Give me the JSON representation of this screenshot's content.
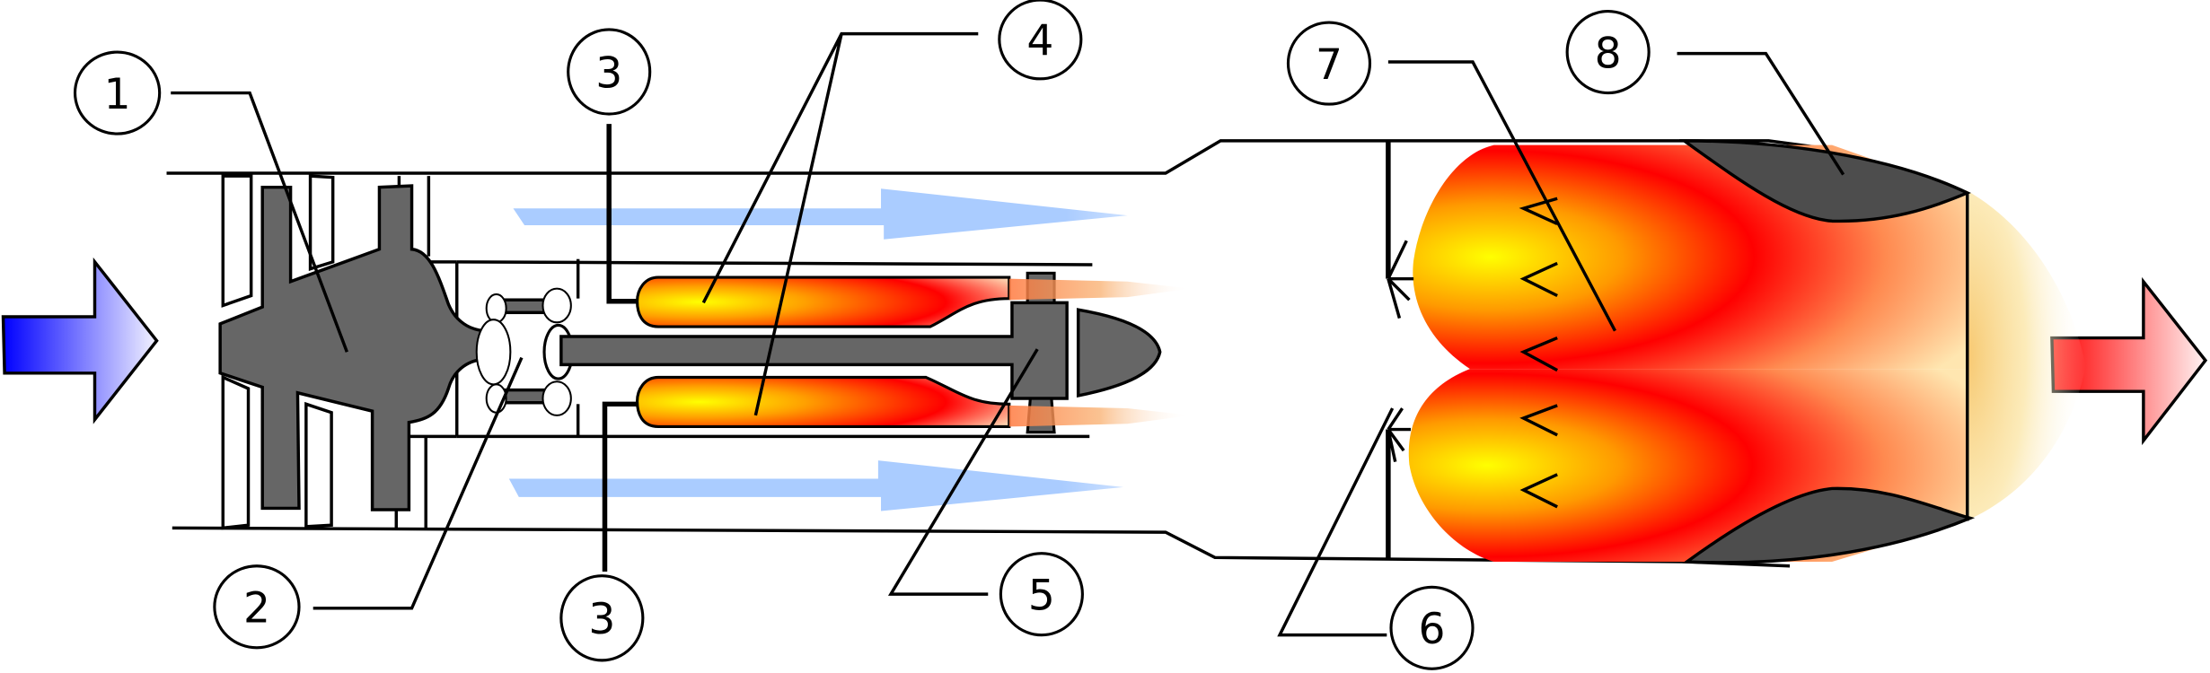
{
  "diagram": {
    "title": "Turbojet engine with afterburner",
    "callouts": [
      {
        "id": "1",
        "label": "1",
        "target": "compressor"
      },
      {
        "id": "2",
        "label": "2",
        "target": "shaft coupling / bearings"
      },
      {
        "id": "3a",
        "label": "3",
        "target": "fuel injector (upper)"
      },
      {
        "id": "3b",
        "label": "3",
        "target": "fuel injector (lower)"
      },
      {
        "id": "4",
        "label": "4",
        "target": "combustion chambers"
      },
      {
        "id": "5",
        "label": "5",
        "target": "turbine"
      },
      {
        "id": "6",
        "label": "6",
        "target": "afterburner fuel injectors"
      },
      {
        "id": "7",
        "label": "7",
        "target": "flame holders / afterburner flame"
      },
      {
        "id": "8",
        "label": "8",
        "target": "variable nozzle"
      }
    ],
    "flows": {
      "intake_arrow": {
        "name": "cold air intake",
        "color_start": "#0000ff",
        "color_end": "#f0f0ff"
      },
      "exhaust_arrow": {
        "name": "hot exhaust",
        "color_start": "#ff0000",
        "color_end": "#fff0f0"
      },
      "bypass_arrows": {
        "name": "bypass air flow",
        "color": "#aaccff"
      }
    },
    "colors": {
      "metal": "#666666",
      "nozzle": "#4d4d4d",
      "flame_core": "#ffff00",
      "flame_mid": "#ff0000",
      "flame_edge": "#ffe8b0",
      "outline": "#000000"
    }
  }
}
